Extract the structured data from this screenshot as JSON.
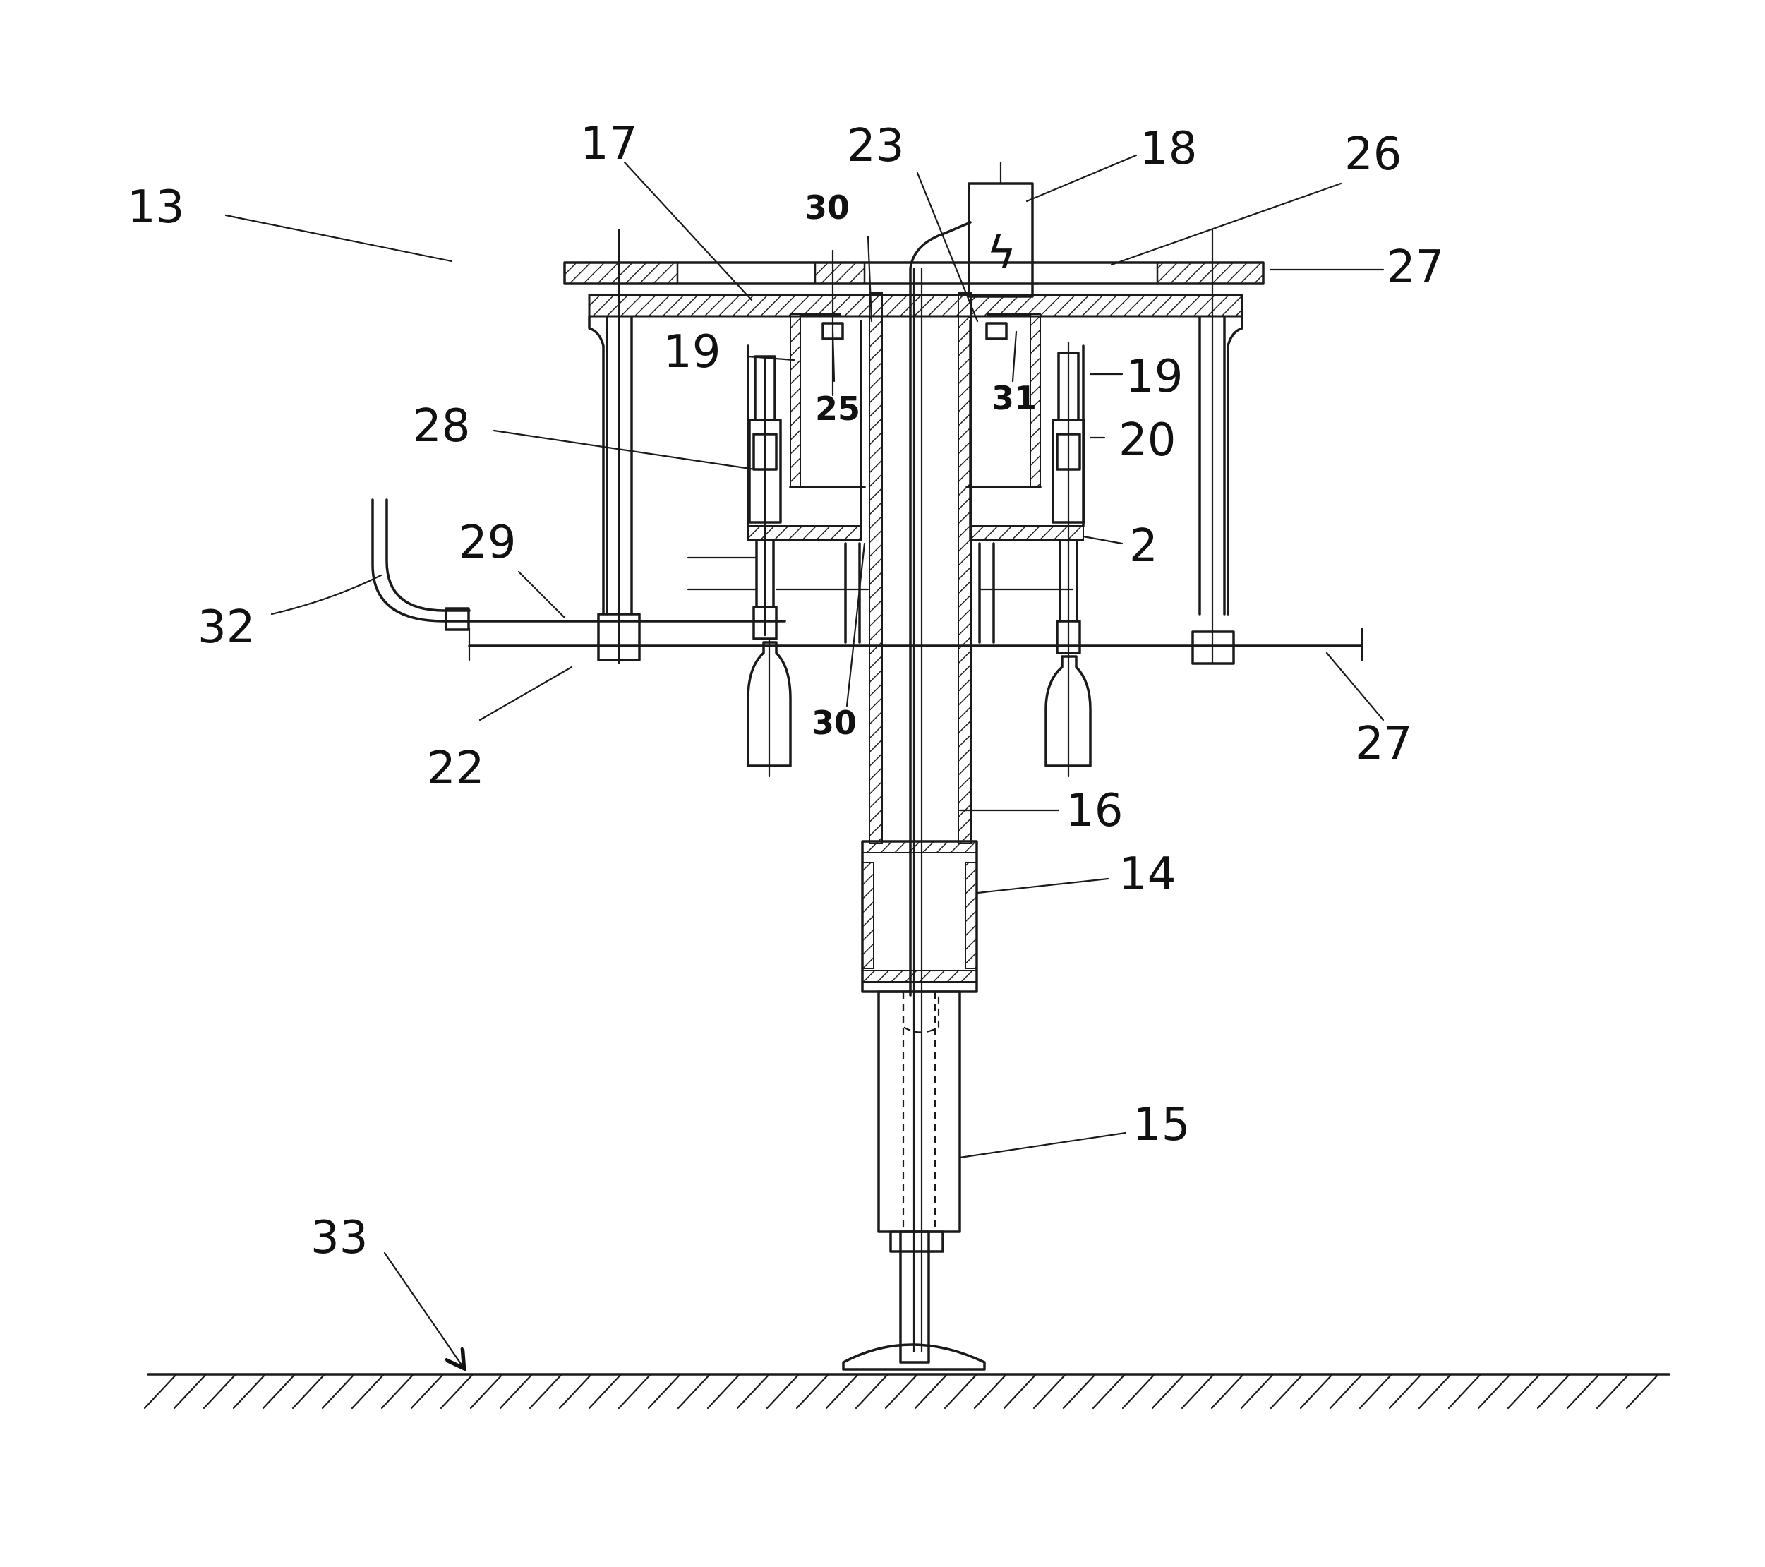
{
  "labels": {
    "l13": "13",
    "l17": "17",
    "l23": "23",
    "l18": "18",
    "l26": "26",
    "l27a": "27",
    "l30a": "30",
    "l19a": "19",
    "l25": "25",
    "l31": "31",
    "l19b": "19",
    "l20": "20",
    "l28": "28",
    "l2": "2",
    "l29": "29",
    "l32": "32",
    "l22": "22",
    "l30b": "30",
    "l27b": "27",
    "l16": "16",
    "l14": "14",
    "l15": "15",
    "l33": "33"
  },
  "symbols": {
    "lightning": "ϟ"
  }
}
